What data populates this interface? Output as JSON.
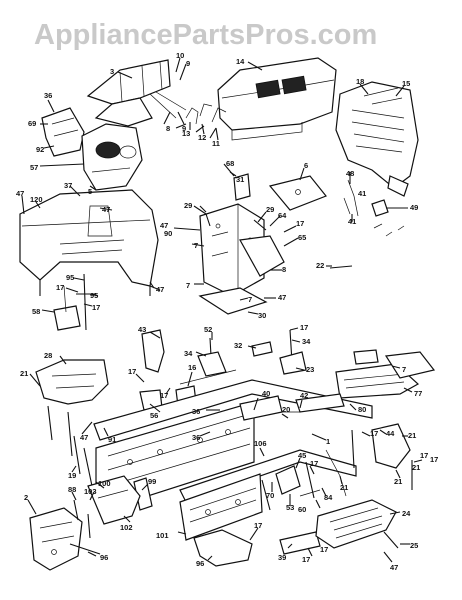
{
  "watermark": "AppliancePartsPros.com",
  "callouts": [
    {
      "id": "c3",
      "text": "3"
    },
    {
      "id": "c10",
      "text": "10"
    },
    {
      "id": "c9a",
      "text": "9"
    },
    {
      "id": "c8a",
      "text": "8"
    },
    {
      "id": "c9b",
      "text": "9"
    },
    {
      "id": "c14",
      "text": "14"
    },
    {
      "id": "c18",
      "text": "18"
    },
    {
      "id": "c15",
      "text": "15"
    },
    {
      "id": "c36",
      "text": "36"
    },
    {
      "id": "c69",
      "text": "69"
    },
    {
      "id": "c92",
      "text": "92"
    },
    {
      "id": "c57",
      "text": "57"
    },
    {
      "id": "c5",
      "text": "5"
    },
    {
      "id": "c13",
      "text": "13"
    },
    {
      "id": "c12",
      "text": "12"
    },
    {
      "id": "c11",
      "text": "11"
    },
    {
      "id": "c47a",
      "text": "47"
    },
    {
      "id": "c120",
      "text": "120"
    },
    {
      "id": "c37",
      "text": "37"
    },
    {
      "id": "c47b",
      "text": "47"
    },
    {
      "id": "c68",
      "text": "68"
    },
    {
      "id": "c31",
      "text": "31"
    },
    {
      "id": "c6",
      "text": "6"
    },
    {
      "id": "c48",
      "text": "48"
    },
    {
      "id": "c49",
      "text": "49"
    },
    {
      "id": "c41",
      "text": "41"
    },
    {
      "id": "c29a",
      "text": "29"
    },
    {
      "id": "c47c",
      "text": "47"
    },
    {
      "id": "c90",
      "text": "90"
    },
    {
      "id": "c29b",
      "text": "29"
    },
    {
      "id": "c64",
      "text": "64"
    },
    {
      "id": "c17a",
      "text": "17"
    },
    {
      "id": "c65",
      "text": "65"
    },
    {
      "id": "c7a",
      "text": "7"
    },
    {
      "id": "c22",
      "text": "22"
    },
    {
      "id": "c95a",
      "text": "95"
    },
    {
      "id": "c17b",
      "text": "17"
    },
    {
      "id": "c95b",
      "text": "95"
    },
    {
      "id": "c47d",
      "text": "47"
    },
    {
      "id": "c17c",
      "text": "17"
    },
    {
      "id": "c58",
      "text": "58"
    },
    {
      "id": "c8b",
      "text": "8"
    },
    {
      "id": "c7b",
      "text": "7"
    },
    {
      "id": "c47e",
      "text": "47"
    },
    {
      "id": "c7c",
      "text": "7"
    },
    {
      "id": "c30",
      "text": "30"
    },
    {
      "id": "c17d",
      "text": "17"
    },
    {
      "id": "c43",
      "text": "43"
    },
    {
      "id": "c52",
      "text": "52"
    },
    {
      "id": "c34a",
      "text": "34"
    },
    {
      "id": "c32",
      "text": "32"
    },
    {
      "id": "c34b",
      "text": "34"
    },
    {
      "id": "c28",
      "text": "28"
    },
    {
      "id": "c21a",
      "text": "21"
    },
    {
      "id": "c23",
      "text": "23"
    },
    {
      "id": "c7d",
      "text": "7"
    },
    {
      "id": "c77",
      "text": "77"
    },
    {
      "id": "c17e",
      "text": "17"
    },
    {
      "id": "c16",
      "text": "16"
    },
    {
      "id": "c56",
      "text": "56"
    },
    {
      "id": "c47f",
      "text": "47"
    },
    {
      "id": "c17f",
      "text": "17"
    },
    {
      "id": "c42",
      "text": "42"
    },
    {
      "id": "c80",
      "text": "80"
    },
    {
      "id": "c91",
      "text": "91"
    },
    {
      "id": "c36b",
      "text": "36"
    },
    {
      "id": "c40",
      "text": "40"
    },
    {
      "id": "c20",
      "text": "20"
    },
    {
      "id": "c1",
      "text": "1"
    },
    {
      "id": "c17g",
      "text": "17"
    },
    {
      "id": "c36c",
      "text": "36"
    },
    {
      "id": "c44",
      "text": "44"
    },
    {
      "id": "c21b",
      "text": "21"
    },
    {
      "id": "c19",
      "text": "19"
    },
    {
      "id": "c100",
      "text": "100"
    },
    {
      "id": "c106",
      "text": "106"
    },
    {
      "id": "c45",
      "text": "45"
    },
    {
      "id": "c17h",
      "text": "17"
    },
    {
      "id": "c17i",
      "text": "17"
    },
    {
      "id": "c21c",
      "text": "21"
    },
    {
      "id": "c21d",
      "text": "21"
    },
    {
      "id": "c21e",
      "text": "21"
    },
    {
      "id": "c17j",
      "text": "17"
    },
    {
      "id": "c99",
      "text": "99"
    },
    {
      "id": "c2",
      "text": "2"
    },
    {
      "id": "c88",
      "text": "88"
    },
    {
      "id": "c103",
      "text": "103"
    },
    {
      "id": "c70",
      "text": "70"
    },
    {
      "id": "c53",
      "text": "53"
    },
    {
      "id": "c60",
      "text": "60"
    },
    {
      "id": "c84",
      "text": "84"
    },
    {
      "id": "c24",
      "text": "24"
    },
    {
      "id": "c102",
      "text": "102"
    },
    {
      "id": "c101",
      "text": "101"
    },
    {
      "id": "c17k",
      "text": "17"
    },
    {
      "id": "c96",
      "text": "96"
    },
    {
      "id": "c39",
      "text": "39"
    },
    {
      "id": "c17l",
      "text": "17"
    },
    {
      "id": "c47g",
      "text": "47"
    },
    {
      "id": "c25",
      "text": "25"
    },
    {
      "id": "c96b",
      "text": "96"
    },
    {
      "id": "c17m",
      "text": "17"
    },
    {
      "id": "c41b",
      "text": "41"
    }
  ]
}
